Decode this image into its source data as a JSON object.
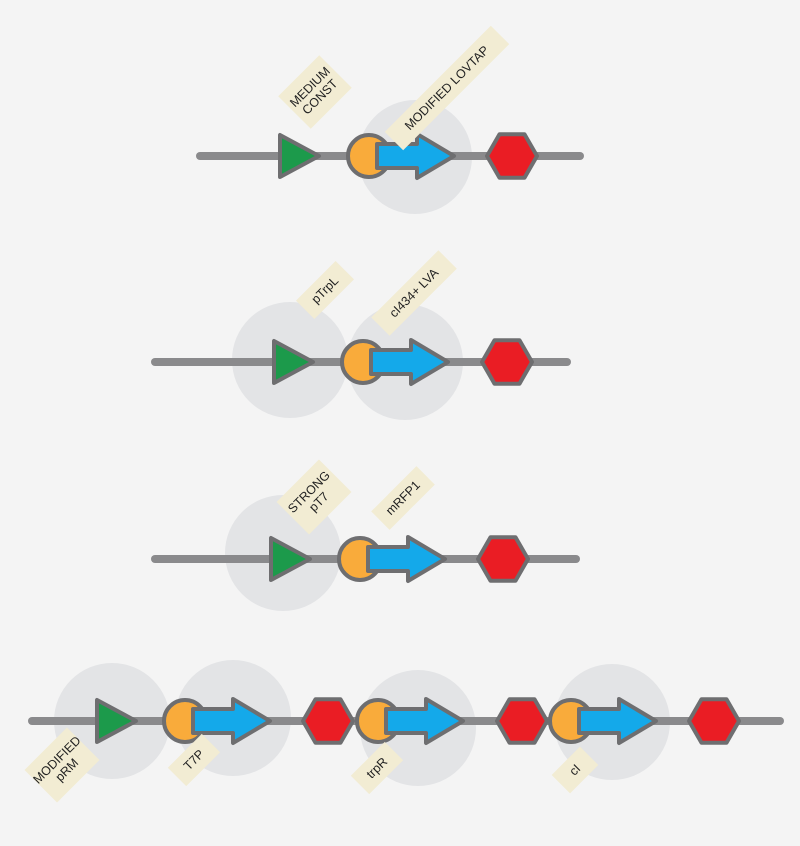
{
  "colors": {
    "background": "#f4f4f4",
    "backbone": "#8a8a8c",
    "outline": "#6e6e70",
    "promoter": "#1c9a4b",
    "rbs": "#f9ab3b",
    "cds": "#14a9ea",
    "terminator": "#ea1d24",
    "label_tag": "#f2ecd3",
    "highlight": "#e3e4e6"
  },
  "constructs": [
    {
      "id": "construct-1",
      "labels": [
        {
          "part": "promoter",
          "lines": [
            "MEDIUM",
            "CONST"
          ]
        },
        {
          "part": "cds",
          "lines": [
            "MODIFIED LOVTAP"
          ]
        }
      ]
    },
    {
      "id": "construct-2",
      "labels": [
        {
          "part": "promoter",
          "lines": [
            "pTrpL"
          ]
        },
        {
          "part": "cds",
          "lines": [
            "cI434+ LVA"
          ]
        }
      ]
    },
    {
      "id": "construct-3",
      "labels": [
        {
          "part": "promoter",
          "lines": [
            "STRONG",
            "pT7"
          ]
        },
        {
          "part": "cds",
          "lines": [
            "mRFP1"
          ]
        }
      ]
    },
    {
      "id": "construct-4",
      "labels": [
        {
          "part": "promoter",
          "lines": [
            "MODIFIED",
            "pRM"
          ]
        },
        {
          "part": "cds-1",
          "lines": [
            "T7P"
          ]
        },
        {
          "part": "cds-2",
          "lines": [
            "trpR"
          ]
        },
        {
          "part": "cds-3",
          "lines": [
            "cI"
          ]
        }
      ]
    }
  ]
}
